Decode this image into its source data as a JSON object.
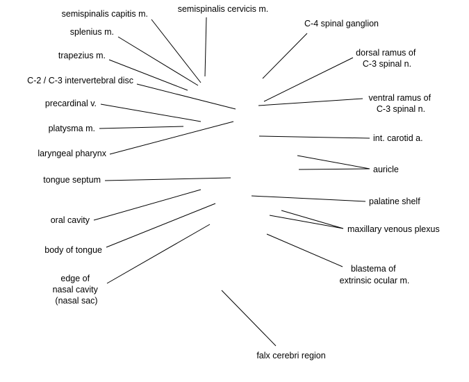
{
  "labels": {
    "semispinalis_capitis": "semispinalis capitis m.",
    "semispinalis_cervicis": "semispinalis cervicis m.",
    "splenius": "splenius m.",
    "trapezius": "trapezius m.",
    "c2_c3_disc": "C-2 / C-3 intervertebral disc",
    "precardinal": "precardinal v.",
    "platysma": "platysma m.",
    "laryngeal_pharynx": "laryngeal pharynx",
    "tongue_septum": "tongue septum",
    "oral_cavity": "oral cavity",
    "body_of_tongue": "body of tongue",
    "edge_nasal_cavity": [
      "edge of",
      "nasal cavity",
      "(nasal sac)"
    ],
    "c4_ganglion": "C-4 spinal ganglion",
    "dorsal_ramus": [
      "dorsal ramus of",
      "C-3 spinal n."
    ],
    "ventral_ramus": [
      "ventral ramus of",
      "C-3 spinal n."
    ],
    "int_carotid": "int. carotid a.",
    "auricle": "auricle",
    "palatine_shelf": "palatine shelf",
    "maxillary_plexus": "maxillary venous plexus",
    "blastema": [
      "blastema of",
      "extrinsic ocular m."
    ],
    "falx_cerebri": "falx cerebri region"
  },
  "colors": {
    "line": "#000000",
    "text": "#000000",
    "background": "#ffffff"
  }
}
